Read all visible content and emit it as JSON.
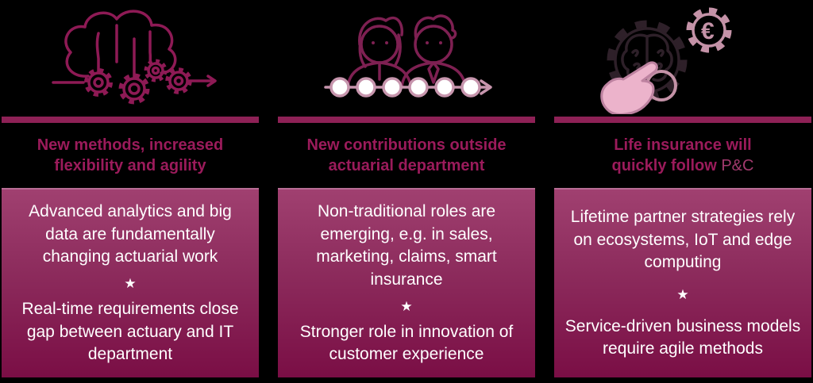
{
  "colors": {
    "background": "#000000",
    "accent_bar": "#8e2156",
    "heading_text": "#9b1b5b",
    "heading_light_text": "#a23a6e",
    "box_gradient_top": "#a04070",
    "box_gradient_bottom": "#7a0e45",
    "box_top_edge": "#b76d95",
    "body_text": "#ffffff",
    "icon_maroon": "#8e1a55",
    "icon_process_pink": "#c795ad",
    "icon_dark": "#2e2029",
    "icon_rose": "#c492a7",
    "icon_hand_fill": "#ecb3cb"
  },
  "columns": [
    {
      "icon": "brain-cloud-gears-icon",
      "heading": {
        "line1": "New methods, increased",
        "line2": "flexibility and agility",
        "line2_light": ""
      },
      "points": [
        "Advanced analytics and big data are fundamentally changing actuarial work",
        "Real-time requirements close gap between actuary and IT department"
      ],
      "separator": "★"
    },
    {
      "icon": "people-process-arrow-icon",
      "heading": {
        "line1": "New contributions outside",
        "line2": "actuarial department",
        "line2_light": ""
      },
      "points": [
        "Non-traditional roles are emerging, e.g. in sales, marketing, claims, smart insurance",
        "Stronger role in innovation of customer experience"
      ],
      "separator": "★"
    },
    {
      "icon": "gear-brain-euro-hand-icon",
      "heading": {
        "line1": "Life insurance will",
        "line2": "quickly follow ",
        "line2_light": "P&C"
      },
      "points": [
        "Lifetime partner strategies rely on ecosystems, IoT and edge computing",
        "Service-driven business models require agile methods"
      ],
      "separator": "★"
    }
  ]
}
